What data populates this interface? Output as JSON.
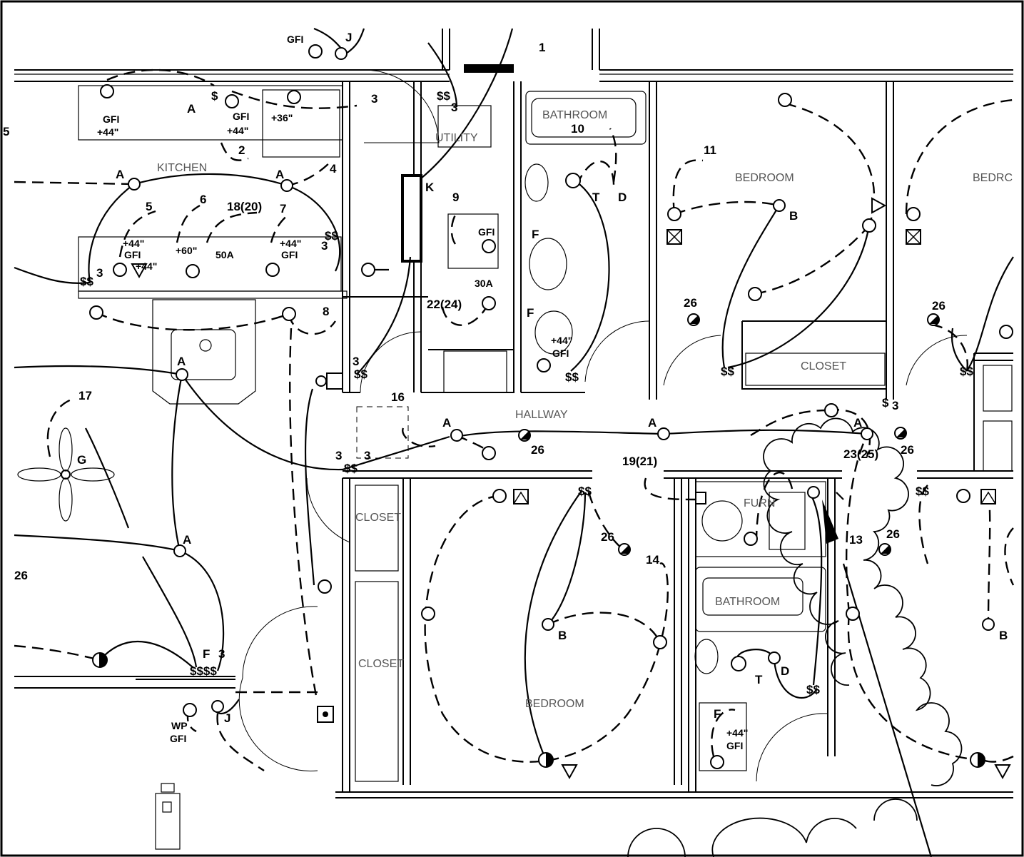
{
  "rooms": {
    "kitchen": "KITCHEN",
    "utility": "UTILITY",
    "bathroom_top": "BATHROOM",
    "bedroom_top": "BEDROOM",
    "bedroom_right": "BEDRC",
    "closet_top": "CLOSET",
    "hallway": "HALLWAY",
    "closet_left1": "CLOSET",
    "closet_left2": "CLOSET",
    "bedroom_bottom": "BEDROOM",
    "furn": "FURN",
    "bathroom_bottom": "BATHROOM"
  },
  "circuits": [
    "1",
    "2",
    "3",
    "4",
    "5",
    "6",
    "18(20)",
    "7",
    "8",
    "9",
    "10",
    "11",
    "13",
    "14",
    "16",
    "17",
    "19(21)",
    "22(24)",
    "23(25)",
    "26"
  ],
  "fixture_tags": {
    "a": "A",
    "b": "B",
    "d": "D",
    "f": "F",
    "g": "G",
    "j": "J",
    "k": "K",
    "t": "T"
  },
  "notes": {
    "gfi": "GFI",
    "wp": "WP",
    "h44": "+44\"",
    "h36": "+36\"",
    "h60": "+60\"",
    "a50": "50A",
    "a30": "30A",
    "switch_single": "$",
    "switch_double": "$$",
    "switch_triple": "$$$$",
    "three": "3",
    "edge_left": "5"
  }
}
